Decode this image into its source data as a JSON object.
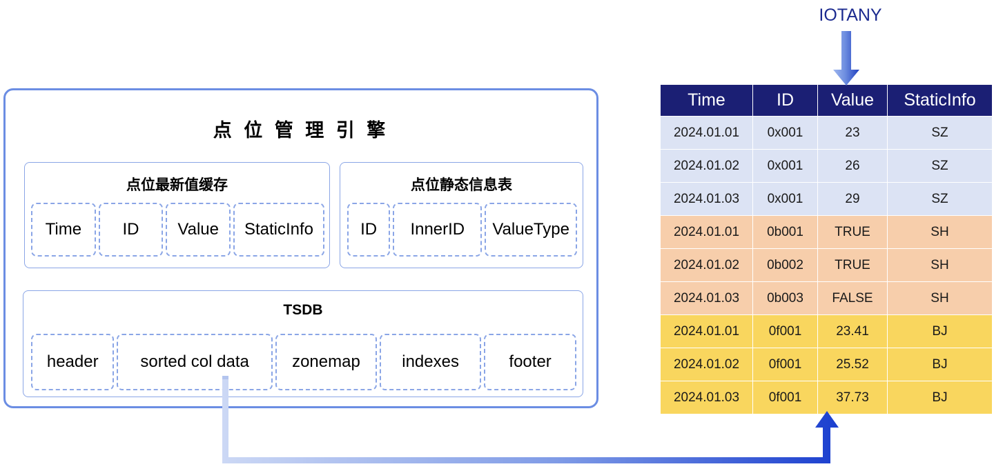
{
  "title_label": "IOTANY",
  "engine": {
    "title": "点 位 管 理 引 擎",
    "panels": [
      {
        "id": "cache",
        "title": "点位最新值缓存",
        "cells": [
          {
            "label": "Time",
            "flex": 96
          },
          {
            "label": "ID",
            "flex": 96
          },
          {
            "label": "Value",
            "flex": 96
          },
          {
            "label": "StaticInfo",
            "flex": 137
          }
        ]
      },
      {
        "id": "static",
        "title": "点位静态信息表",
        "cells": [
          {
            "label": "ID",
            "flex": 62
          },
          {
            "label": "InnerID",
            "flex": 133
          },
          {
            "label": "ValueType",
            "flex": 138
          }
        ]
      },
      {
        "id": "tsdb",
        "title": "TSDB",
        "cells": [
          {
            "label": "header",
            "flex": 122
          },
          {
            "label": "sorted col data",
            "flex": 232
          },
          {
            "label": "zonemap",
            "flex": 150
          },
          {
            "label": "indexes",
            "flex": 150
          },
          {
            "label": "footer",
            "flex": 136
          }
        ]
      }
    ]
  },
  "table": {
    "columns": [
      "Time",
      "ID",
      "Value",
      "StaticInfo"
    ],
    "rows": [
      {
        "cells": [
          "2024.01.01",
          "0x001",
          "23",
          "SZ"
        ],
        "group": "blue"
      },
      {
        "cells": [
          "2024.01.02",
          "0x001",
          "26",
          "SZ"
        ],
        "group": "blue"
      },
      {
        "cells": [
          "2024.01.03",
          "0x001",
          "29",
          "SZ"
        ],
        "group": "blue"
      },
      {
        "cells": [
          "2024.01.01",
          "0b001",
          "TRUE",
          "SH"
        ],
        "group": "orange"
      },
      {
        "cells": [
          "2024.01.02",
          "0b002",
          "TRUE",
          "SH"
        ],
        "group": "orange"
      },
      {
        "cells": [
          "2024.01.03",
          "0b003",
          "FALSE",
          "SH"
        ],
        "group": "orange"
      },
      {
        "cells": [
          "2024.01.01",
          "0f001",
          "23.41",
          "BJ"
        ],
        "group": "yellow"
      },
      {
        "cells": [
          "2024.01.02",
          "0f001",
          "25.52",
          "BJ"
        ],
        "group": "yellow"
      },
      {
        "cells": [
          "2024.01.03",
          "0f001",
          "37.73",
          "BJ"
        ],
        "group": "yellow"
      }
    ]
  },
  "colors": {
    "header_navy": "#1b1f74",
    "label_navy": "#1b2a8f",
    "row_blue": "#dce3f4",
    "row_orange": "#f7ceab",
    "row_yellow": "#f9d65e",
    "box_border": "#6b8de3",
    "panel_border": "#8aa5e6",
    "arrow_blue": "#2346d4",
    "arrow_light": "#c3d1f2"
  },
  "arrows": [
    {
      "name": "iotany-down-arrow",
      "direction": "down"
    },
    {
      "name": "tsdb-to-table-arrow",
      "direction": "up-elbow"
    }
  ]
}
